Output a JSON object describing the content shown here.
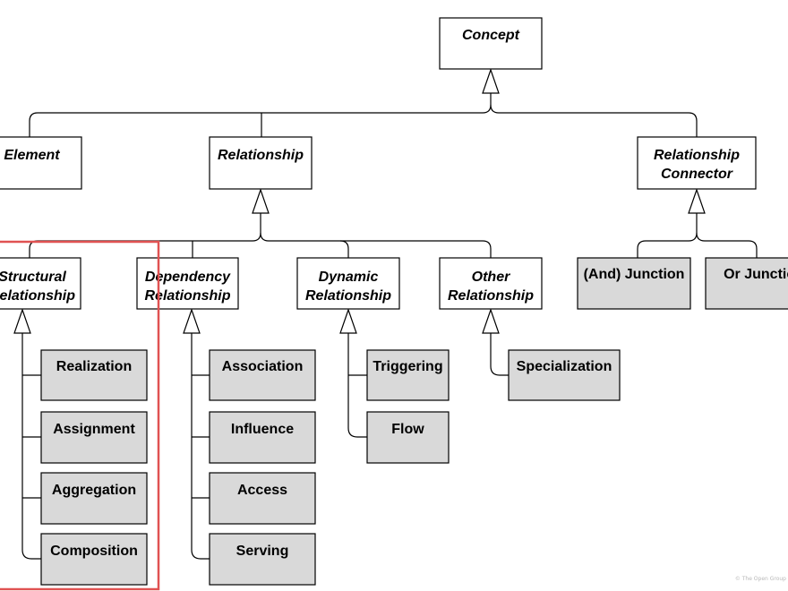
{
  "nodes": {
    "concept": [
      "Concept"
    ],
    "element": [
      "Element"
    ],
    "relationship": [
      "Relationship"
    ],
    "relationship_connector": [
      "Relationship",
      "Connector"
    ],
    "structural_relationship": [
      "Structural",
      "Relationship"
    ],
    "dependency_relationship": [
      "Dependency",
      "Relationship"
    ],
    "dynamic_relationship": [
      "Dynamic",
      "Relationship"
    ],
    "other_relationship": [
      "Other",
      "Relationship"
    ],
    "and_junction": [
      "(And) Junction"
    ],
    "or_junction": [
      "Or Junction"
    ],
    "realization": [
      "Realization"
    ],
    "assignment": [
      "Assignment"
    ],
    "aggregation": [
      "Aggregation"
    ],
    "composition": [
      "Composition"
    ],
    "association": [
      "Association"
    ],
    "influence": [
      "Influence"
    ],
    "access": [
      "Access"
    ],
    "serving": [
      "Serving"
    ],
    "triggering": [
      "Triggering"
    ],
    "flow": [
      "Flow"
    ],
    "specialization": [
      "Specialization"
    ]
  },
  "copyright": "© The Open Group",
  "colors": {
    "abstract_fill": "#ffffff",
    "concrete_fill": "#d9d9d9",
    "line": "#000000",
    "highlight": "#e05252"
  }
}
